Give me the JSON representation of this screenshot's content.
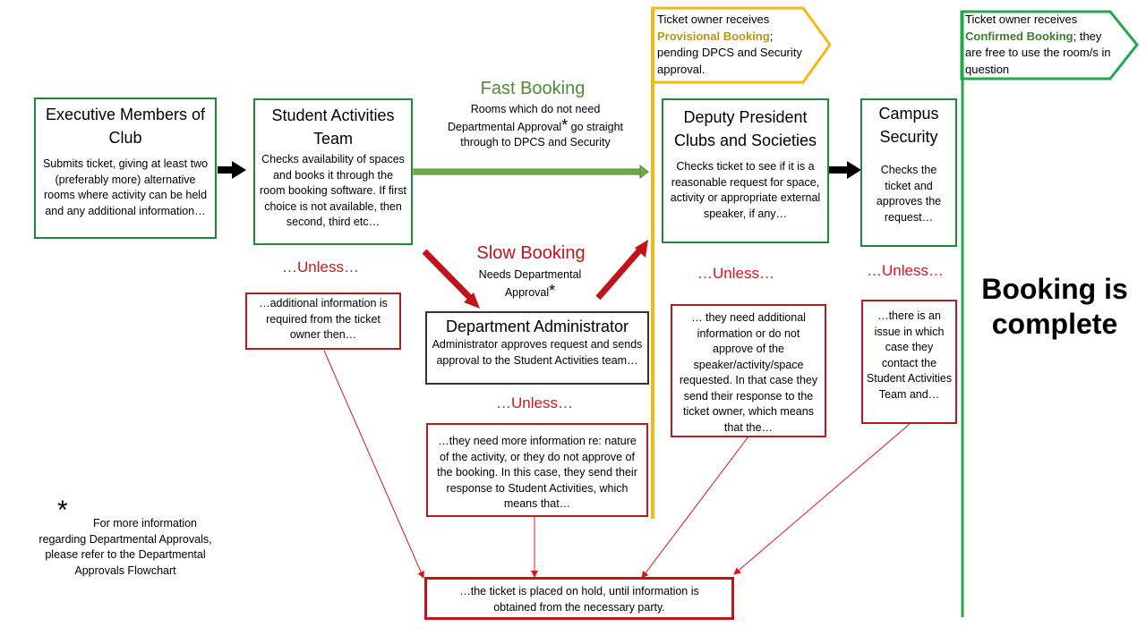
{
  "colors": {
    "green": "#1e8a38",
    "red": "#c0141a",
    "gold": "#f2b814",
    "fast_booking": "#4f8a34",
    "provisional": "#b8961a",
    "confirmed": "#3d7d2c"
  },
  "exec": {
    "title": "Executive Members of Club",
    "body": "Submits ticket, giving at least two (preferably more) alternative rooms where activity can be held and any additional information…"
  },
  "sat": {
    "title": "Student Activities Team",
    "body": "Checks availability of spaces and books it through the room booking software. If first choice is not available, then second, third etc…"
  },
  "fast": {
    "label": "Fast Booking",
    "desc_before": "Rooms which do not need Departmental Approval",
    "asterisk": "*",
    "desc_after": " go straight through to DPCS and Security"
  },
  "slow": {
    "label": "Slow Booking",
    "desc": "Needs Departmental Approval",
    "asterisk": "*"
  },
  "dept_admin": {
    "title": "Department Administrator",
    "body": "Administrator approves request and sends approval to the Student Activities team…"
  },
  "dpcs": {
    "title": "Deputy President Clubs and Societies",
    "body": "Checks ticket to see if it is a reasonable request for space, activity or appropriate external speaker, if any…"
  },
  "security": {
    "title": "Campus Security",
    "body": "Checks the ticket and approves the request…"
  },
  "unless_label": "…Unless…",
  "unless_boxes": {
    "sat": "…additional information is required from the ticket owner then…",
    "dept": "…they need more information re: nature of the activity, or they do not approve of the booking. In this case, they send their response to Student Activities, which means that…",
    "dpcs": "… they need additional information or do not approve of the speaker/activity/space requested. In that case they send their response to the ticket owner, which means that the…",
    "security": "…there is an issue in which case they contact the Student Activities Team and…"
  },
  "hold": "…the ticket is placed on hold, until information is obtained from the necessary party.",
  "provisional": {
    "before": "Ticket owner receives ",
    "highlight": "Provisional Booking",
    "after": "; pending DPCS and Security approval."
  },
  "confirmed": {
    "before": "Ticket owner receives ",
    "highlight": "Confirmed Booking",
    "after": "; they are free to use the room/s in question"
  },
  "complete": "Booking is complete",
  "footnote": {
    "star": "*",
    "text": "For more information regarding Departmental Approvals, please refer to the Departmental Approvals Flowchart"
  }
}
